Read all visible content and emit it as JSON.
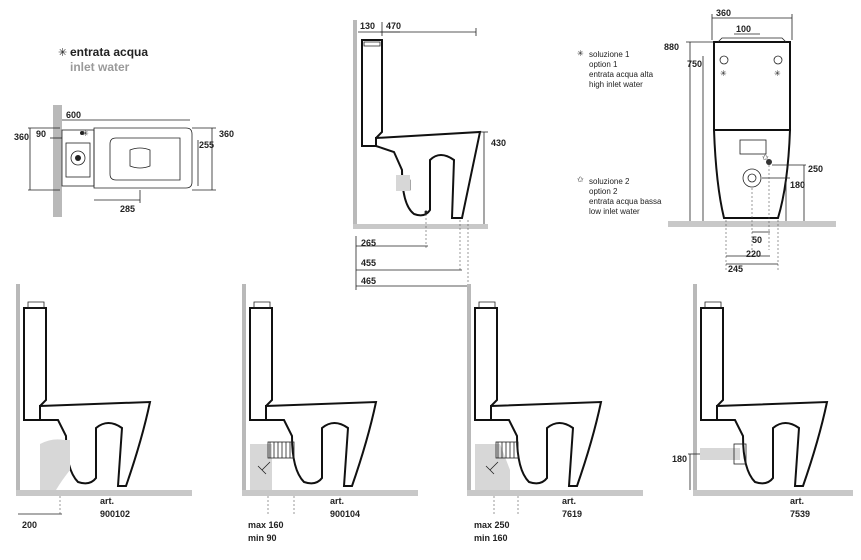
{
  "legend": {
    "inlet_title": "entrata acqua",
    "inlet_subtitle": "inlet water",
    "symbol_star": "✳",
    "symbol_outline_star": "✩"
  },
  "solutions": {
    "solution1": [
      "soluzione 1",
      "option 1",
      "entrata acqua alta",
      "high inlet water"
    ],
    "solution2": [
      "soluzione 2",
      "option 2",
      "entrata acqua bassa",
      "low inlet water"
    ]
  },
  "top_view": {
    "d_600": "600",
    "d_90": "90",
    "d_360_left": "360",
    "d_360_right": "360",
    "d_255": "255",
    "d_285": "285"
  },
  "side_view": {
    "d_130": "130",
    "d_470": "470",
    "d_430": "430",
    "d_265": "265",
    "d_455": "455",
    "d_465": "465"
  },
  "front_view": {
    "d_360": "360",
    "d_100": "100",
    "d_880": "880",
    "d_750": "750",
    "d_250": "250",
    "d_180": "180",
    "d_50": "50",
    "d_220": "220",
    "d_245": "245"
  },
  "variants": [
    {
      "art_label": "art.",
      "code": "900102",
      "dim_line1": "200",
      "dim_line2": ""
    },
    {
      "art_label": "art.",
      "code": "900104",
      "dim_line1": "max 160",
      "dim_line2": "min  90"
    },
    {
      "art_label": "art.",
      "code": "7619",
      "dim_line1": "max 250",
      "dim_line2": "min  160"
    },
    {
      "art_label": "art.",
      "code": "7539",
      "dim_line1": "",
      "dim_line2": "",
      "side_dim": "180"
    }
  ]
}
